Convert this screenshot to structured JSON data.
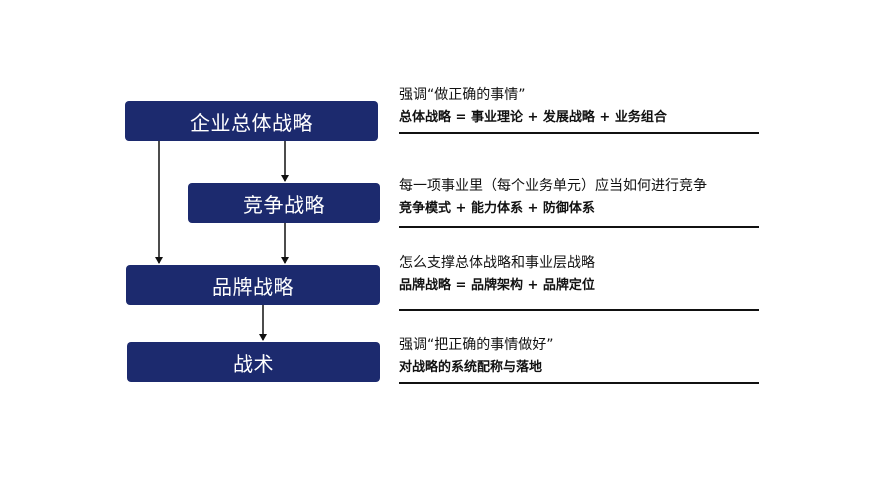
{
  "boxes": {
    "corporate": "企业总体战略",
    "competitive": "竞争战略",
    "brand": "品牌战略",
    "tactics": "战术"
  },
  "descriptions": [
    {
      "line1": "强调“做正确的事情”",
      "line2": "总体战略 = 事业理论 + 发展战略 + 业务组合"
    },
    {
      "line1": "每一项事业里（每个业务单元）应当如何进行竞争",
      "line2": "竞争模式 + 能力体系 + 防御体系"
    },
    {
      "line1": "怎么支撑总体战略和事业层战略",
      "line2": "品牌战略 = 品牌架构 + 品牌定位"
    },
    {
      "line1": "强调“把正确的事情做好”",
      "line2": "对战略的系统配称与落地"
    }
  ],
  "colors": {
    "box_fill": "#1c2a6e",
    "box_text": "#ffffff",
    "text": "#111111",
    "rule": "#111111"
  }
}
